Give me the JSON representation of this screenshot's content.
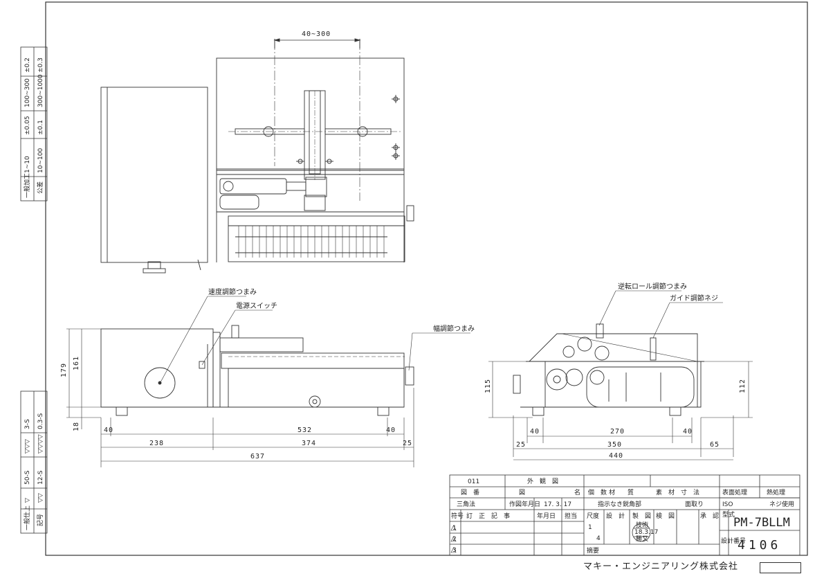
{
  "top_dim": "40~300",
  "labels": {
    "speed_knob": "速度調節つまみ",
    "power_switch": "電源スイッチ",
    "width_knob": "幅調節つまみ",
    "reverse_roll_knob": "逆転ロール調節つまみ",
    "guide_screw": "ガイド調節ネジ"
  },
  "side_dims": {
    "h179": "179",
    "h161": "161",
    "h18": "18",
    "w40a": "40",
    "w532": "532",
    "w40b": "40",
    "w238": "238",
    "w374": "374",
    "w25": "25",
    "w637": "637"
  },
  "end_dims": {
    "h115": "115",
    "h112": "112",
    "w40a": "40",
    "w270": "270",
    "w40b": "40",
    "w25": "25",
    "w350": "350",
    "w65": "65",
    "w440": "440"
  },
  "tolerance_table": {
    "title": "一般加工",
    "sub": "公差",
    "cells": [
      "1~10",
      "10~100",
      "±0.05",
      "±0.1",
      "100~300",
      "300~1000",
      "±0.2",
      "±0.3"
    ]
  },
  "finish_table": {
    "title": "一般仕上",
    "sub": "記号",
    "cells": [
      "▽",
      "▽▽",
      "50-S",
      "12-S",
      "▽▽▽",
      "▽▽▽▽",
      "3-S",
      "0.3-S"
    ]
  },
  "title_block": {
    "code": "011",
    "drawing_type": "外　観　図",
    "fig_no_label": "図　番",
    "fig_label": "図",
    "name_label": "名",
    "qty_label": "個　数",
    "material_label": "材　　質",
    "stock_size_label": "素　材　寸　法",
    "surface_label": "表面処理",
    "heat_label": "熱処理",
    "projection": "三角法",
    "date_label": "作図年月日",
    "date": "17. 3. 17",
    "edge_note": "指示なき鋭角部",
    "chamfer": "面取り",
    "iso": "ISO",
    "screw": "ネジ使用",
    "rev_no": "符号",
    "rev_record": "訂　正　記　事",
    "rev_date": "年月日",
    "rev_person": "担当",
    "scale_label": "尺度",
    "design": "設　計",
    "drafting": "製　図",
    "check": "検　図",
    "approve": "承　認",
    "model_label": "型式",
    "model": "PM-7BLLM",
    "drawing_no_label": "設計番号",
    "drawing_no": "4106",
    "scale_num": "1",
    "scale_den": "4",
    "remarks": "摘要",
    "stamp_top": "技術",
    "stamp_mid": "18.3.17",
    "stamp_bot": "勝又",
    "tri1": "1",
    "tri2": "2",
    "tri3": "3"
  },
  "company": "マキー・エンジニアリング株式会社"
}
